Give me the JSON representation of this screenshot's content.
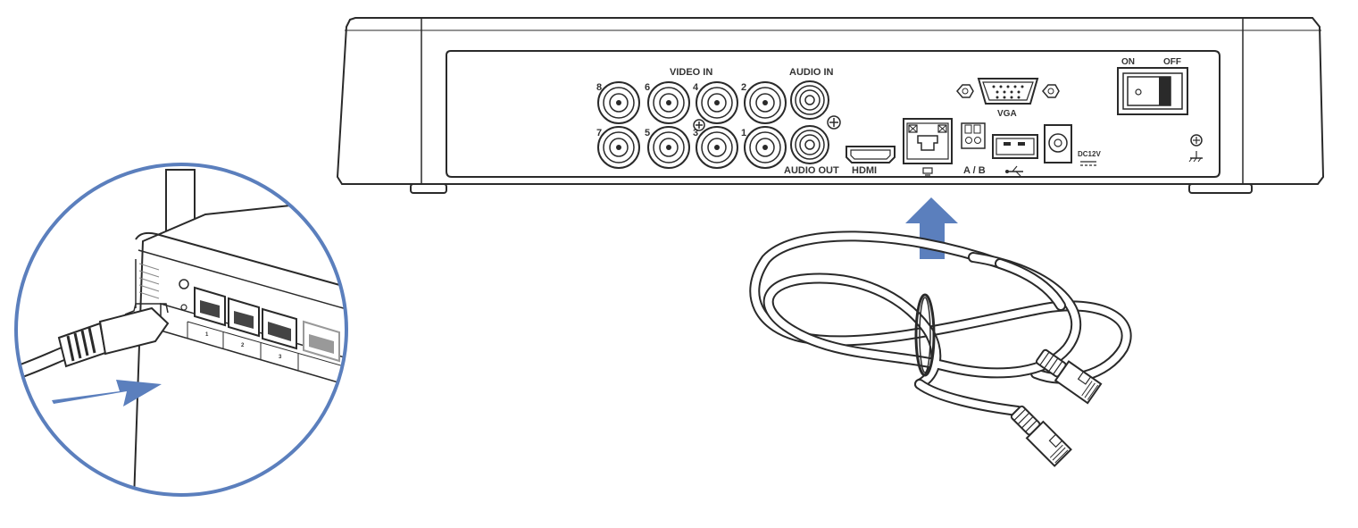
{
  "dvr_panel": {
    "video_in_label": "VIDEO IN",
    "audio_in_label": "AUDIO IN",
    "audio_out_label": "AUDIO OUT",
    "hdmi_label": "HDMI",
    "vga_label": "VGA",
    "rs485_label": "A / B",
    "power_label": "DC12V",
    "switch_on_label": "ON",
    "switch_off_label": "OFF",
    "bnc_top_numbers": [
      "8",
      "6",
      "4",
      "2"
    ],
    "bnc_bottom_numbers": [
      "7",
      "5",
      "3",
      "1"
    ]
  },
  "router_inset": {
    "port_numbers": [
      "1",
      "2",
      "3"
    ]
  },
  "colors": {
    "arrow": "#5b7fbd",
    "inset_border": "#5b7fbd",
    "line": "#2a2a2a"
  },
  "icons": [
    "arrow-up-icon",
    "arrow-right-icon",
    "usb-icon",
    "ground-icon",
    "ethernet-icon"
  ]
}
